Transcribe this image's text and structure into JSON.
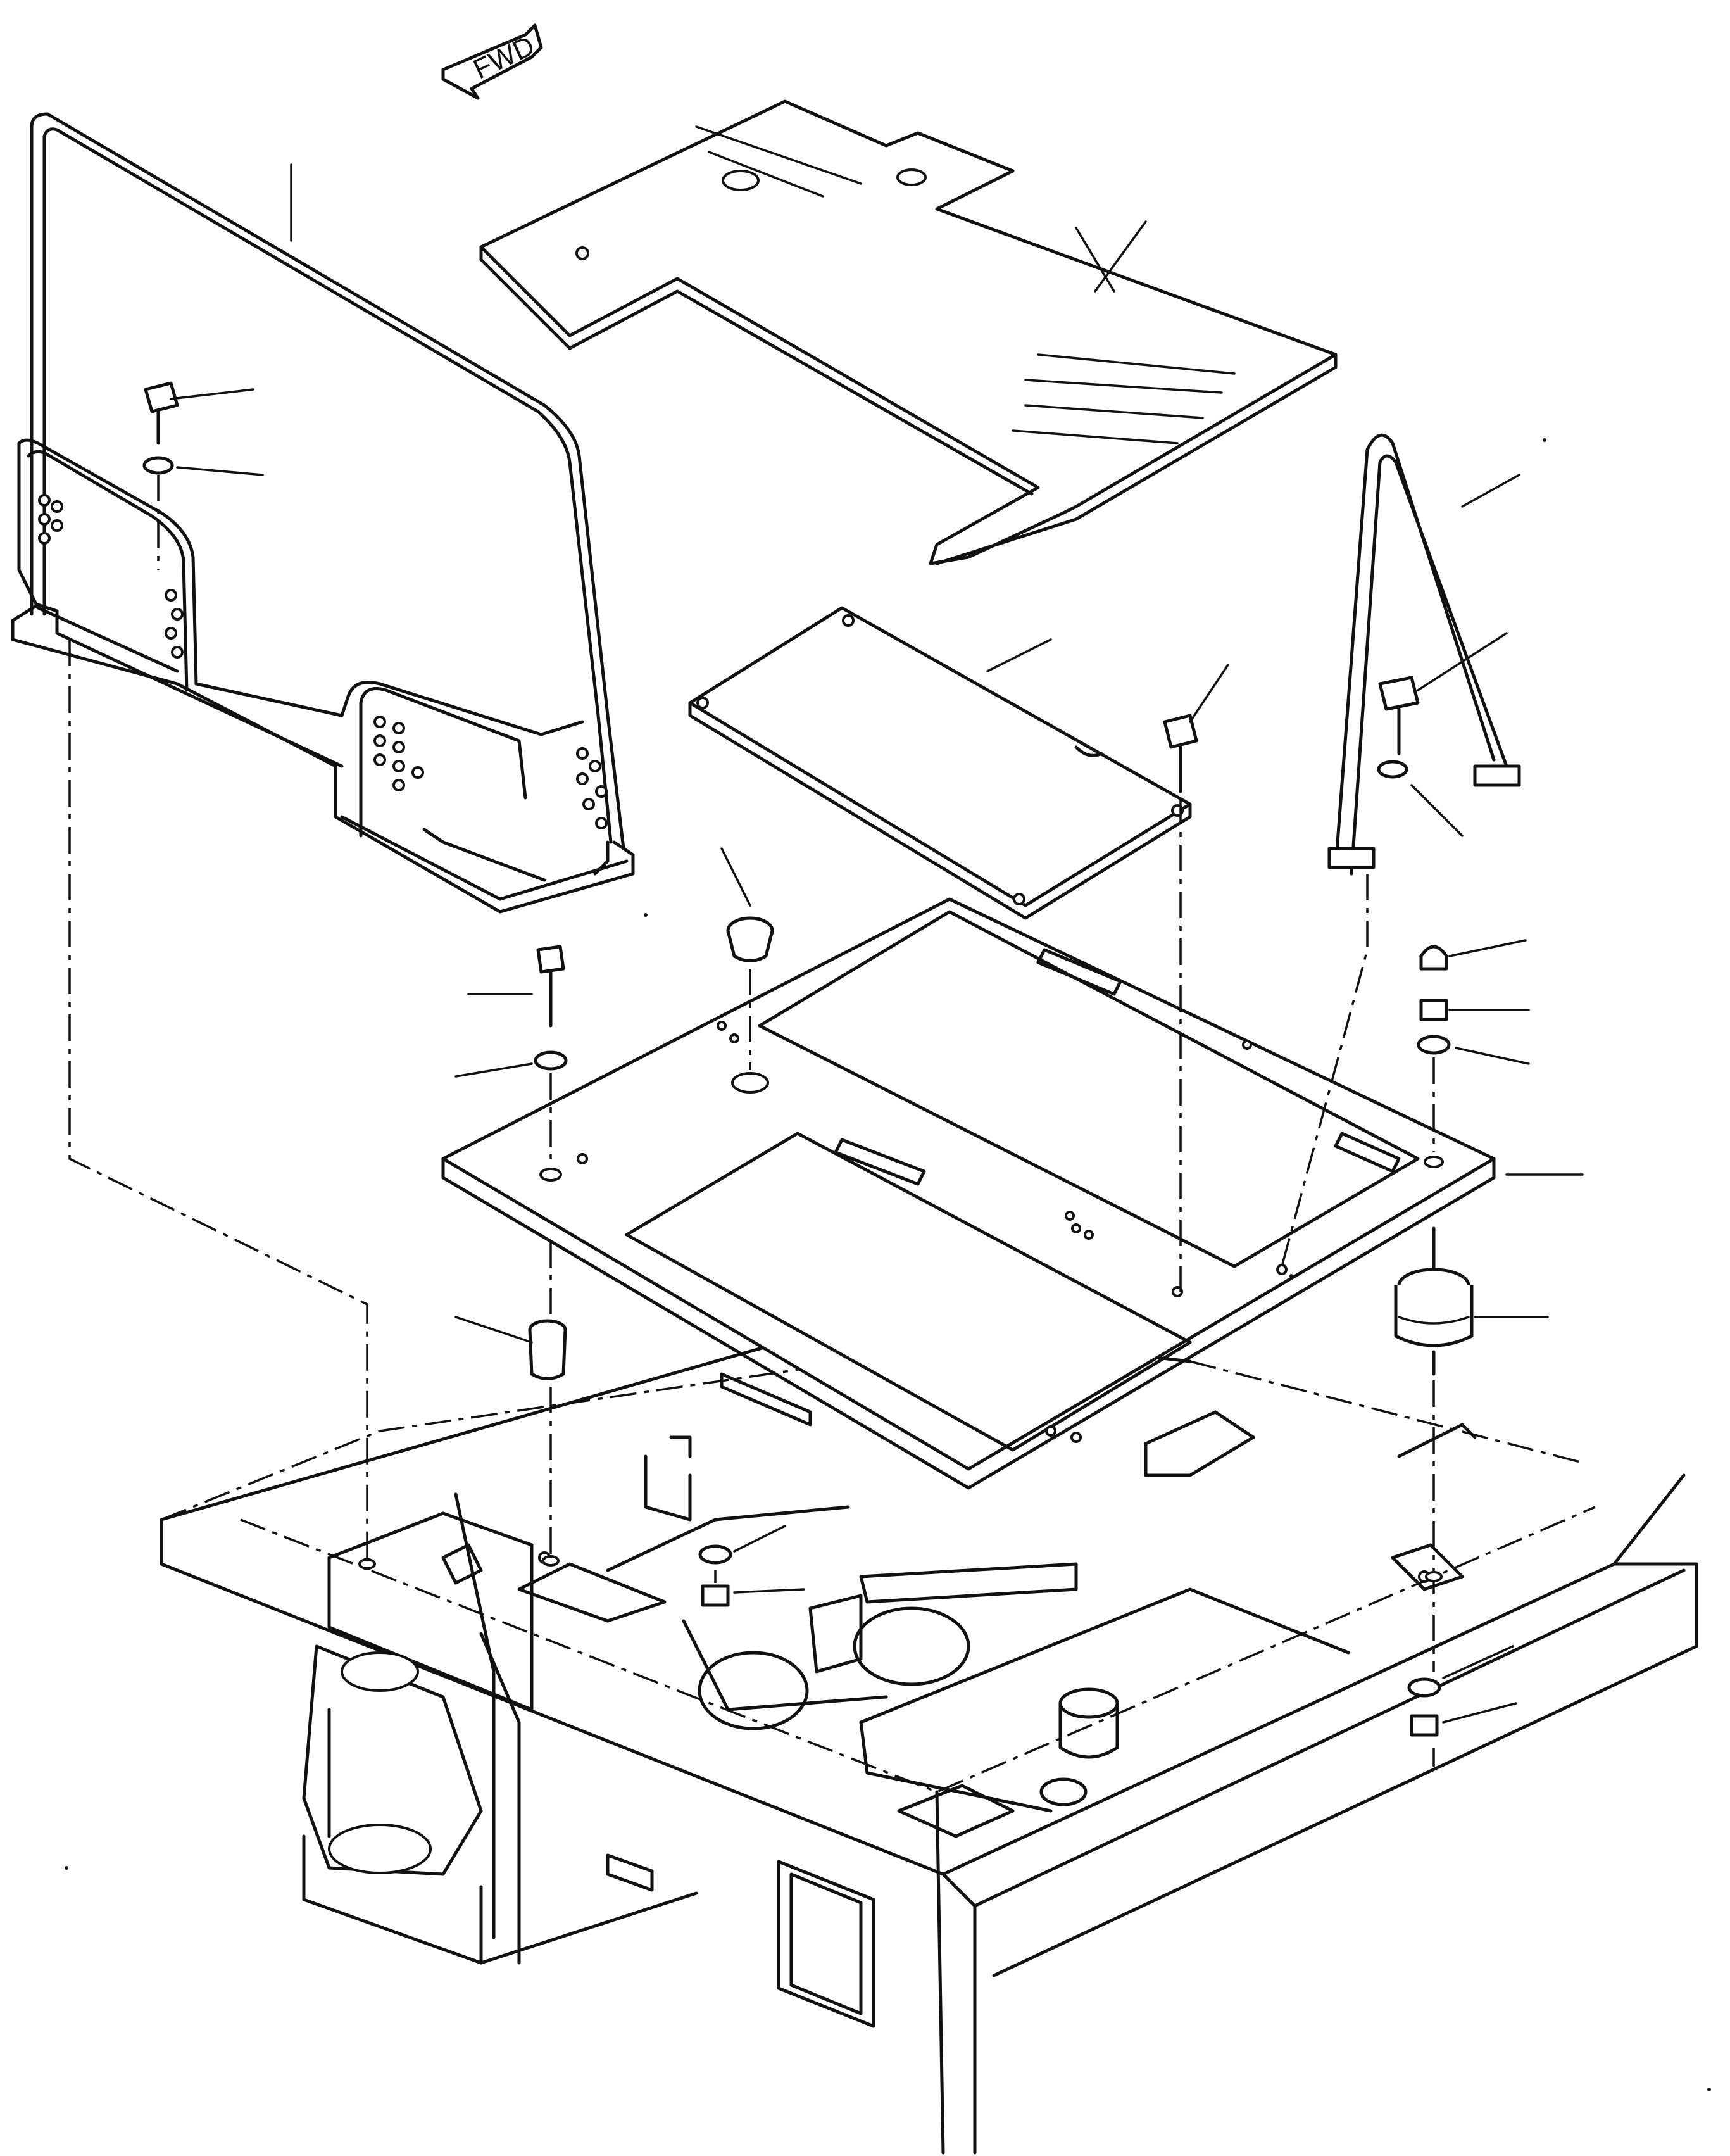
{
  "diagram": {
    "direction_indicator": {
      "label": "FWD"
    },
    "parts": [
      {
        "id": "left-guard-panel"
      },
      {
        "id": "floor-mat"
      },
      {
        "id": "right-handrail"
      },
      {
        "id": "access-cover-plate"
      },
      {
        "id": "cab-floor-plate"
      },
      {
        "id": "rubber-cap"
      },
      {
        "id": "cushion-mount"
      },
      {
        "id": "spacer-collar"
      },
      {
        "id": "revolving-frame"
      }
    ],
    "hardware": [
      {
        "id": "bolt"
      },
      {
        "id": "washer"
      },
      {
        "id": "nut"
      },
      {
        "id": "cap-nut"
      }
    ]
  }
}
